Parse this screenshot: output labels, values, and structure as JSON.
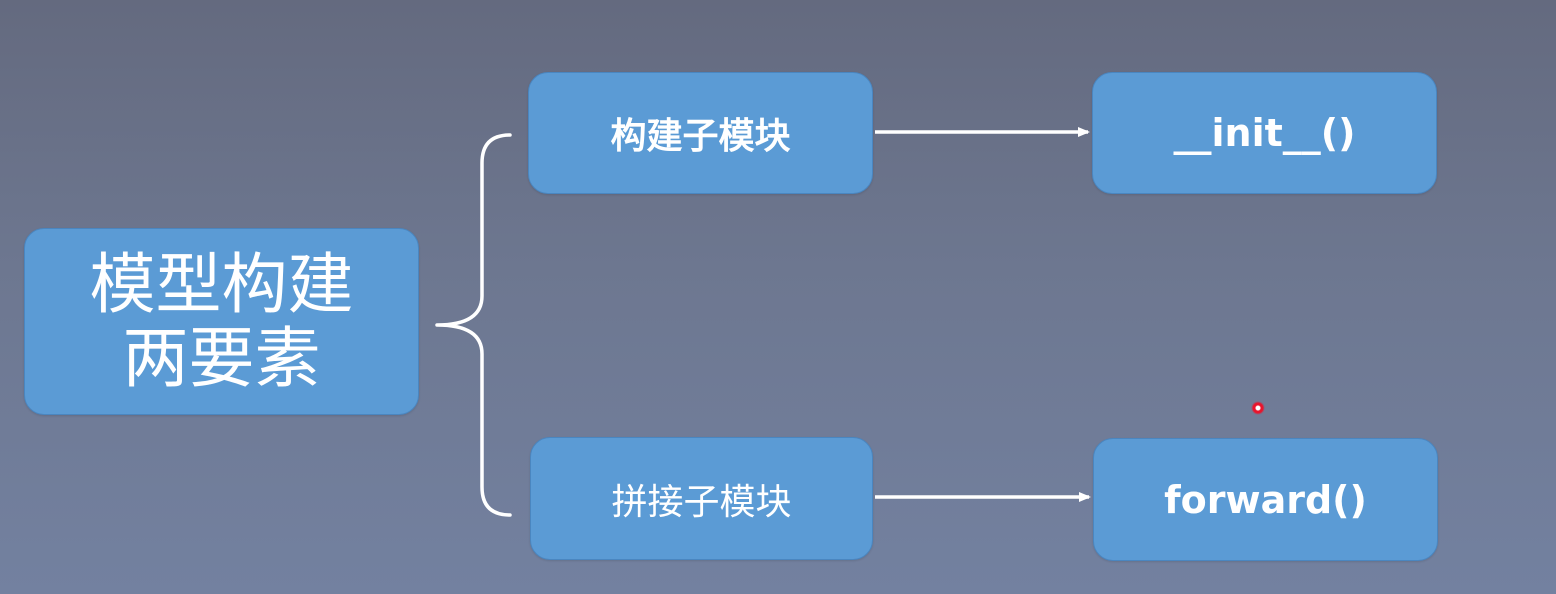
{
  "nodes": {
    "root": {
      "line1": "模型构建",
      "line2": "两要素"
    },
    "top_left": "构建子模块",
    "top_right": "__init__()",
    "bottom_left": "拼接子模块",
    "bottom_right": "forward()"
  },
  "colors": {
    "node_fill": "#5b9bd5",
    "connector": "#ffffff",
    "laser_pointer": "#e8142c"
  },
  "icons": {
    "laser_pointer": "laser-pointer-dot-icon"
  }
}
